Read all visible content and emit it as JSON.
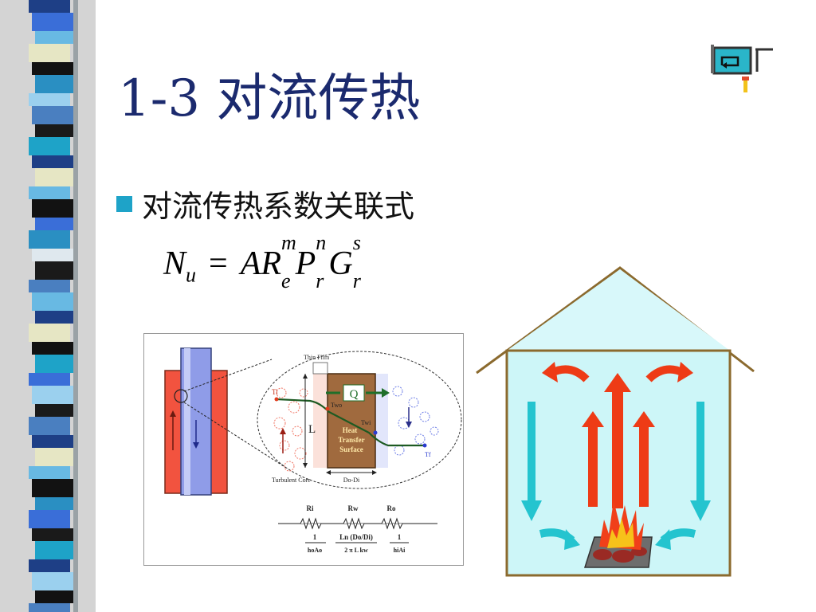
{
  "slide": {
    "title": "1-3 对流传热",
    "bullet": "对流传热系数关联式",
    "formula": {
      "N": "N",
      "u": "u",
      "eq": "=",
      "A": "A",
      "R": "R",
      "e": "e",
      "m": "m",
      "P": "P",
      "r1": "r",
      "n": "n",
      "G": "G",
      "r2": "r",
      "s": "s"
    }
  },
  "diagram": {
    "thin_film": "Thin Film",
    "turbulent_core": "Turbulent Core",
    "q": "Q",
    "l": "L",
    "do_di": "Do-Di",
    "heat1": "Heat",
    "heat2": "Transfer",
    "heat3": "Surface",
    "ti": "Ti",
    "two": "Two",
    "twi": "Twi",
    "tf": "Tf",
    "ri": "Ri",
    "rw": "Rw",
    "ro": "Ro",
    "f1_num": "1",
    "f1_den": "hoAo",
    "f2_num": "Ln (Do/Di)",
    "f2_den": "2 π L kw",
    "f3_num": "1",
    "f3_den": "hiAi"
  },
  "colors": {
    "title": "#1b2a6e",
    "bullet": "#1ea3c8",
    "house_fill": "#cdf6f8",
    "house_border": "#8b6a2e",
    "arrow_red": "#ee3b16",
    "arrow_cyan": "#24c4cf"
  },
  "icons": {
    "return": "return-arrow-icon",
    "fire": "fire-icon",
    "bullet": "square-bullet-icon"
  }
}
